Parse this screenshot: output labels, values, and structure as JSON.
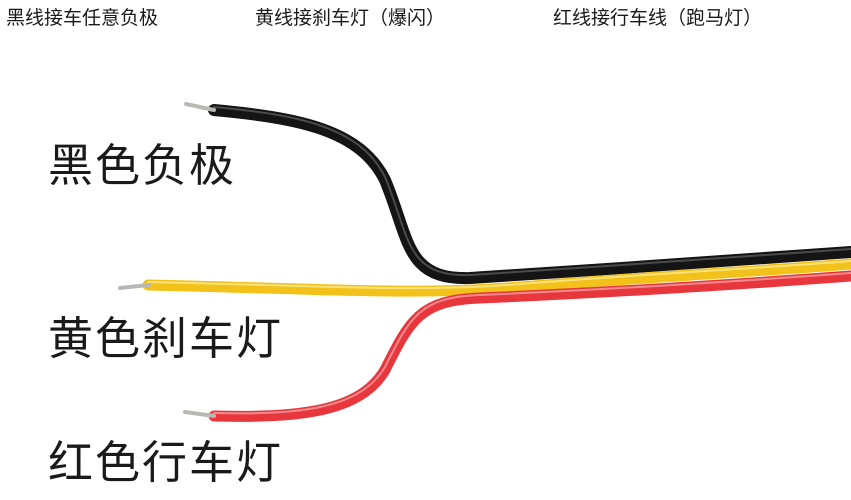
{
  "header": {
    "black_note": "黑线接车任意负极",
    "yellow_note": "黄线接刹车灯（爆闪）",
    "red_note": "红线接行车线（跑马灯）"
  },
  "labels": {
    "black": "黑色负极",
    "yellow": "黄色刹车灯",
    "red": "红色行车灯"
  },
  "colors": {
    "black_wire": "#141414",
    "yellow_wire": "#f2c21a",
    "red_wire": "#e8373c",
    "copper_tip": "#b9b9b4"
  }
}
